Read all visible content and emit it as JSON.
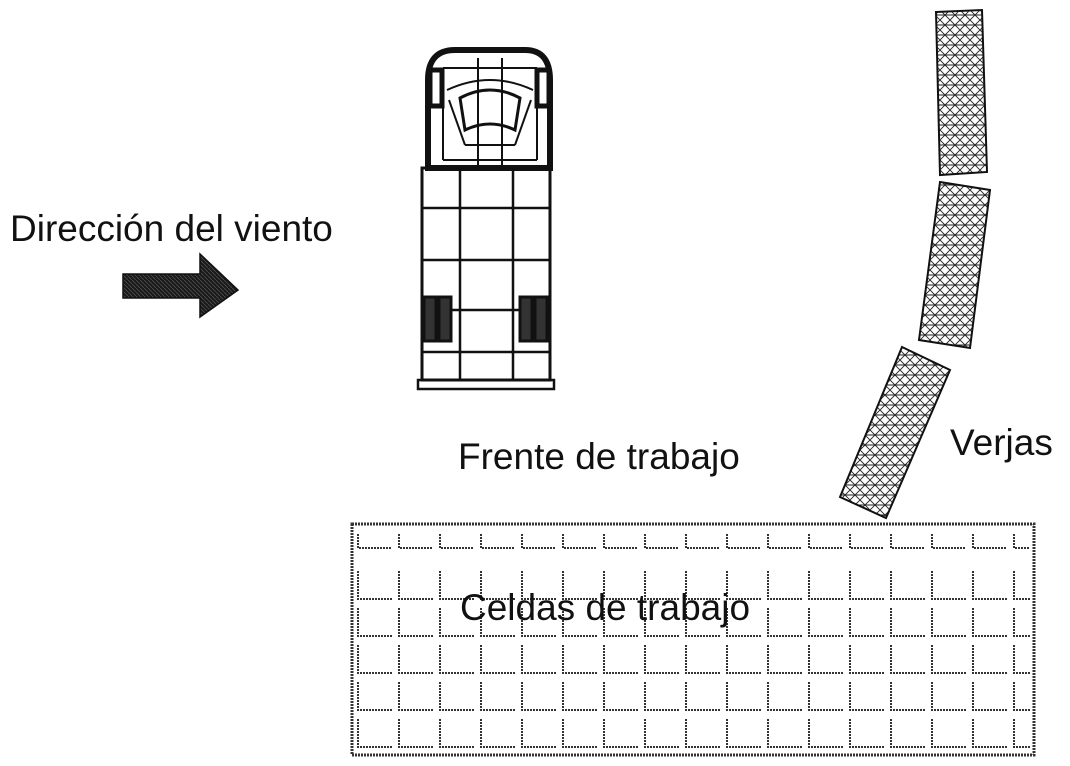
{
  "labels": {
    "wind_direction": "Dirección del viento",
    "working_face": "Frente de trabajo",
    "fences": "Verjas",
    "working_cells": "Celdas de trabajo"
  },
  "colors": {
    "ink": "#111111",
    "arrow": "#1a1a1a",
    "background": "#ffffff"
  },
  "icons": {
    "arrow": "wind-arrow-icon",
    "truck": "truck-icon",
    "fence": "fence-panel-icon"
  }
}
